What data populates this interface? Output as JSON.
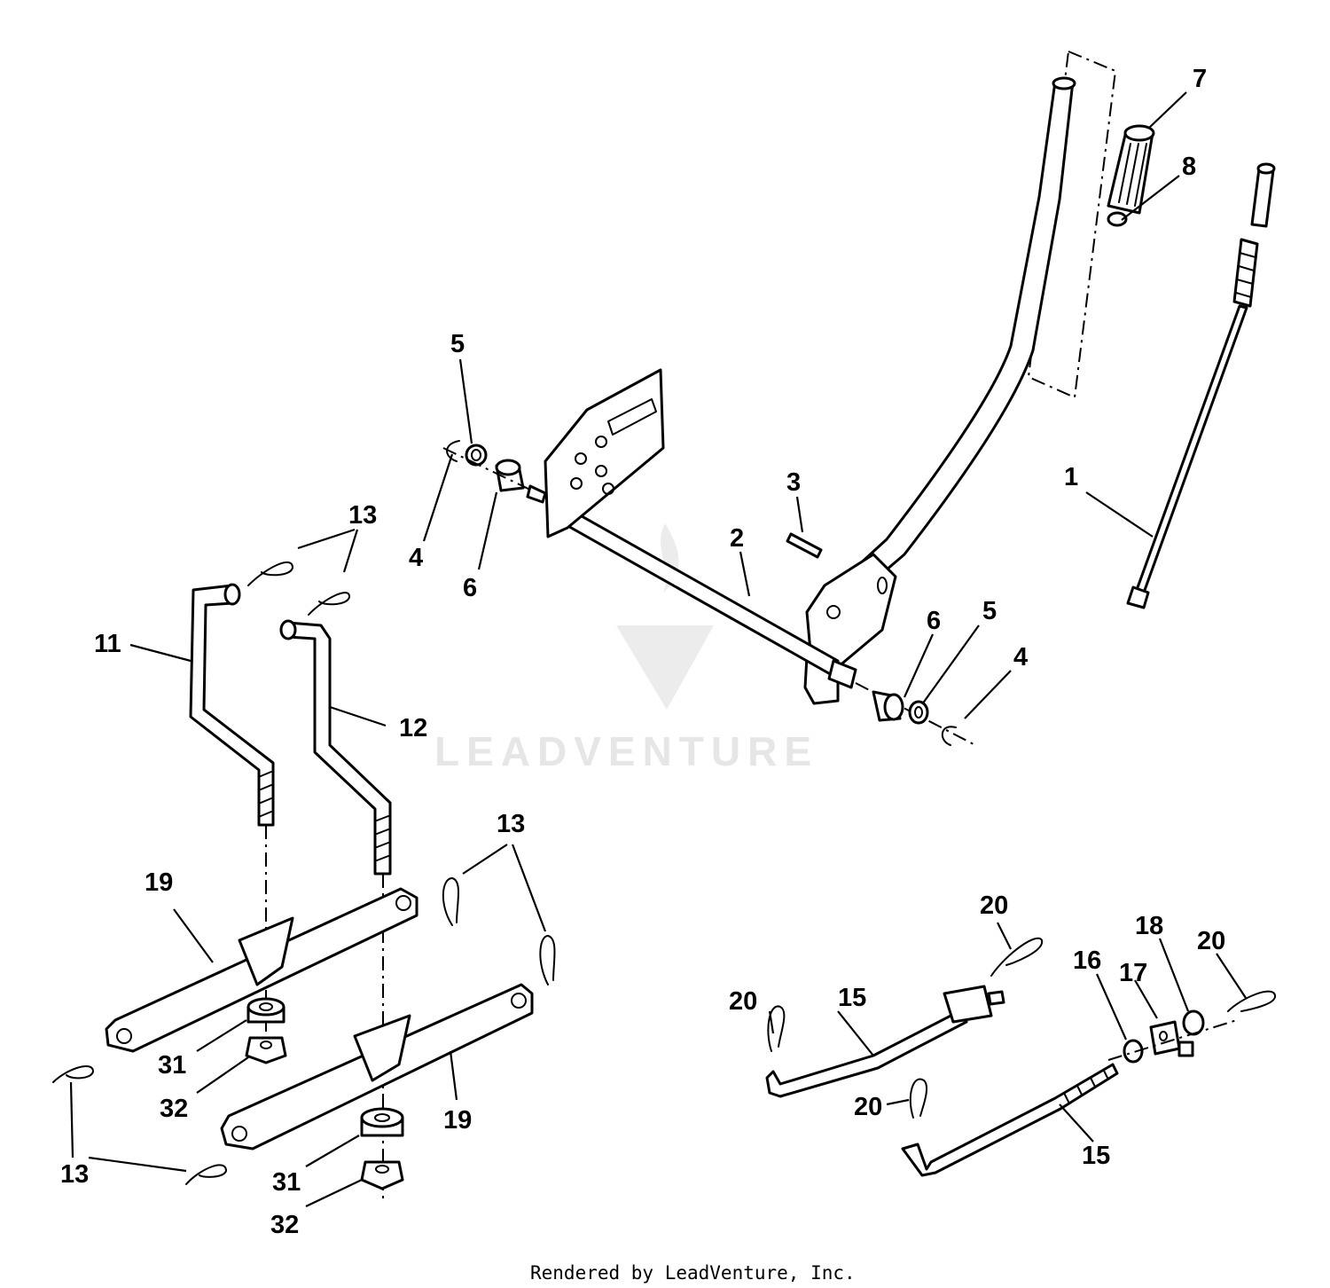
{
  "watermark": {
    "text": "LEADVENTURE"
  },
  "footer": {
    "credit": "Rendered by LeadVenture, Inc."
  },
  "callouts": [
    {
      "id": "c-1",
      "text": "1"
    },
    {
      "id": "c-2",
      "text": "2"
    },
    {
      "id": "c-3",
      "text": "3"
    },
    {
      "id": "c-4a",
      "text": "4"
    },
    {
      "id": "c-4b",
      "text": "4"
    },
    {
      "id": "c-5a",
      "text": "5"
    },
    {
      "id": "c-5b",
      "text": "5"
    },
    {
      "id": "c-6a",
      "text": "6"
    },
    {
      "id": "c-6b",
      "text": "6"
    },
    {
      "id": "c-7",
      "text": "7"
    },
    {
      "id": "c-8",
      "text": "8"
    },
    {
      "id": "c-11",
      "text": "11"
    },
    {
      "id": "c-12",
      "text": "12"
    },
    {
      "id": "c-13a",
      "text": "13"
    },
    {
      "id": "c-13b",
      "text": "13"
    },
    {
      "id": "c-13c",
      "text": "13"
    },
    {
      "id": "c-15a",
      "text": "15"
    },
    {
      "id": "c-15b",
      "text": "15"
    },
    {
      "id": "c-16",
      "text": "16"
    },
    {
      "id": "c-17",
      "text": "17"
    },
    {
      "id": "c-18",
      "text": "18"
    },
    {
      "id": "c-19a",
      "text": "19"
    },
    {
      "id": "c-19b",
      "text": "19"
    },
    {
      "id": "c-20a",
      "text": "20"
    },
    {
      "id": "c-20b",
      "text": "20"
    },
    {
      "id": "c-20c",
      "text": "20"
    },
    {
      "id": "c-20d",
      "text": "20"
    },
    {
      "id": "c-31a",
      "text": "31"
    },
    {
      "id": "c-31b",
      "text": "31"
    },
    {
      "id": "c-32a",
      "text": "32"
    },
    {
      "id": "c-32b",
      "text": "32"
    }
  ]
}
